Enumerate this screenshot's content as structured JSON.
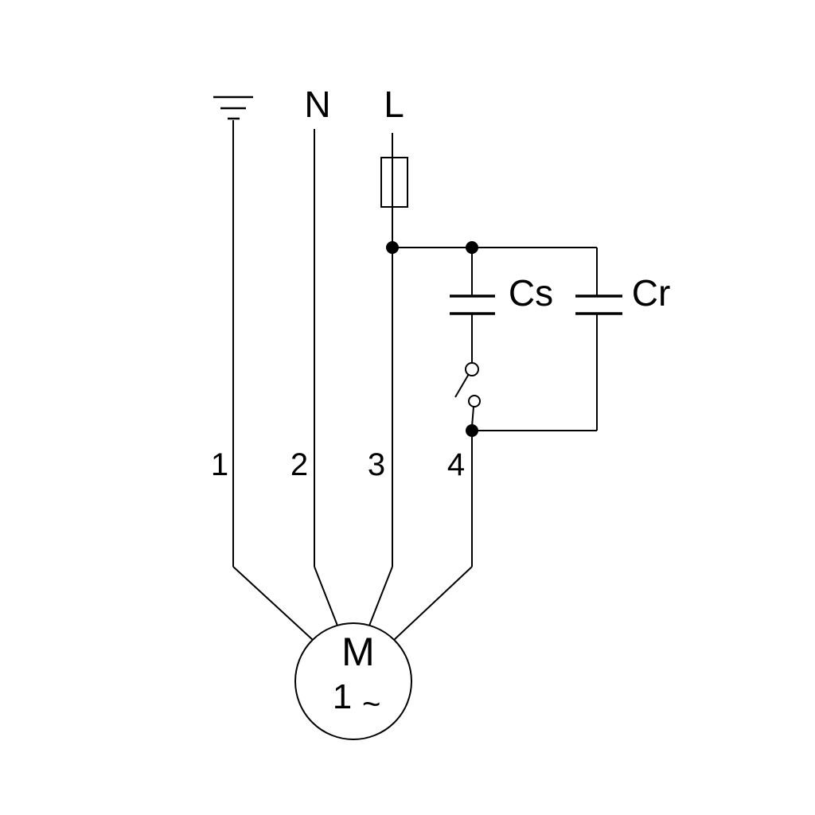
{
  "diagram": {
    "type": "electrical-wiring-schematic",
    "labels": {
      "neutral": "N",
      "line": "L",
      "capacitor_start": "Cs",
      "capacitor_run": "Cr",
      "terminals": [
        "1",
        "2",
        "3",
        "4"
      ],
      "motor": "M",
      "motor_phase_number": "1",
      "motor_phase_wave": "~"
    },
    "symbols": {
      "earth": "earth-ground-icon",
      "fuse": "fuse-icon",
      "switch": "starting-switch-icon",
      "capacitors": [
        "start-capacitor-icon",
        "run-capacitor-icon"
      ],
      "motor": "single-phase-motor-icon"
    },
    "colors": {
      "wire": "#000000",
      "background": "#ffffff"
    }
  }
}
